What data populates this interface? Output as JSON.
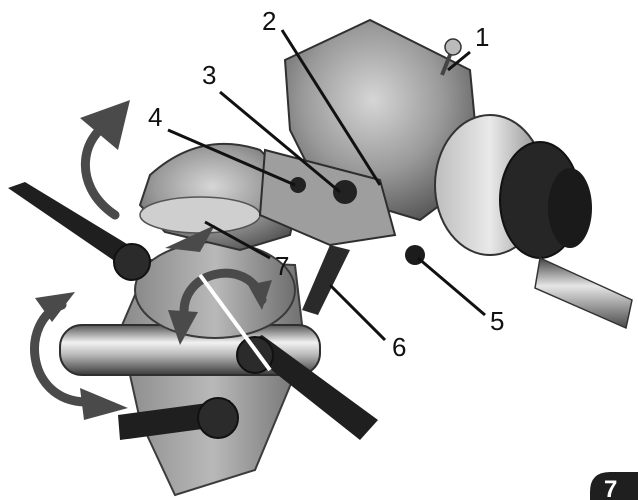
{
  "callouts": {
    "c1": "1",
    "c2": "2",
    "c3": "3",
    "c4": "4",
    "c5": "5",
    "c6": "6",
    "c7": "7"
  },
  "figure_badge": "7",
  "colors": {
    "arrow": "#4a4a4a",
    "leader": "#111111",
    "badge": "#1f1f1f"
  }
}
